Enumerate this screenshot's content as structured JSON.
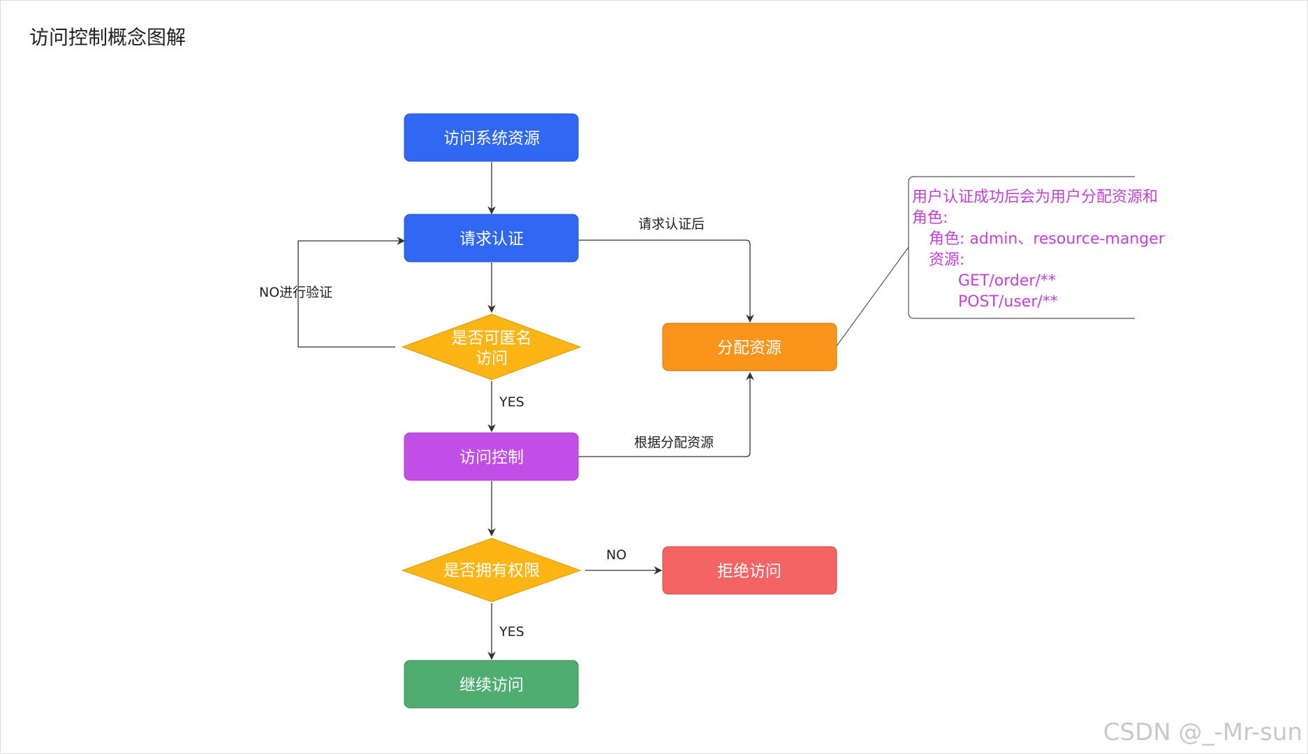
{
  "title": "访问控制概念图解",
  "colors": {
    "blue": "#3068f4",
    "orange": "#fa941b",
    "purple": "#c24ee8",
    "yellow": "#fdb515",
    "red": "#f46464",
    "green": "#4fad72",
    "note_text": "#c23fd8"
  },
  "nodes": {
    "access_resource": "访问系统资源",
    "request_auth": "请求认证",
    "anonymous_line1": "是否可匿名",
    "anonymous_line2": "访问",
    "access_control": "访问控制",
    "has_permission": "是否拥有权限",
    "assign_resources": "分配资源",
    "deny_access": "拒绝访问",
    "continue_access": "继续访问"
  },
  "edges": {
    "after_auth": "请求认证后",
    "no_verify": "NO进行验证",
    "yes_1": "YES",
    "by_assigned": "根据分配资源",
    "no_2": "NO",
    "yes_2": "YES"
  },
  "note": {
    "lines": [
      "用户认证成功后会为用户分配资源和",
      "角色:",
      "角色: admin、resource-manger",
      "资源:",
      "GET/order/**",
      "POST/user/**"
    ]
  },
  "watermark": "CSDN @_-Mr-sun"
}
